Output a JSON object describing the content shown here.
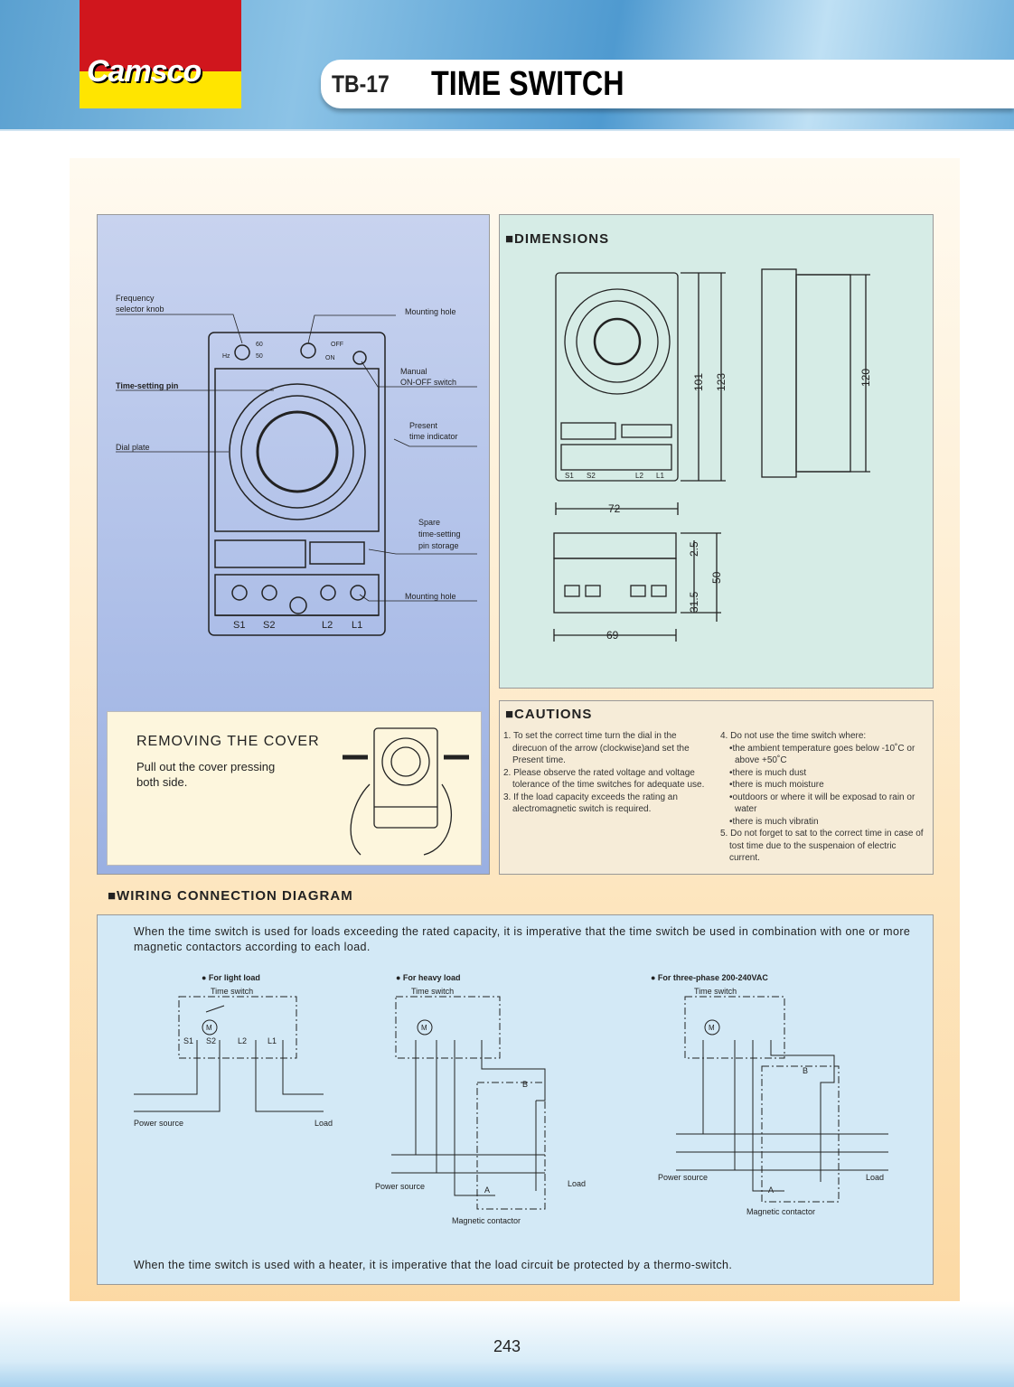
{
  "header": {
    "brand": "Camsco",
    "model": "TB-17",
    "title": "TIME SWITCH",
    "colors": {
      "brand_red": "#d0161d",
      "brand_yellow": "#ffe500",
      "header_blue": "#5aa0d0"
    }
  },
  "device_diagram": {
    "labels": [
      "Frequency",
      "selector knob",
      "Mounting hole",
      "Time-setting pin",
      "Manual",
      "ON-OFF switch",
      "Dial plate",
      "Present",
      "time indicator",
      "Spare",
      "time-setting",
      "pin storage",
      "Mounting hole"
    ],
    "switch_marks": {
      "hz": "Hz",
      "f60": "60",
      "f50": "50",
      "off": "OFF",
      "on": "ON"
    },
    "terminals": [
      "S1",
      "S2",
      "L2",
      "L1"
    ]
  },
  "cover": {
    "title": "REMOVING THE COVER",
    "text": "Pull out the cover pressing both side."
  },
  "dimensions": {
    "title": "■DIMENSIONS",
    "values": {
      "h_body": "101",
      "h_total": "123",
      "h_side": "120",
      "width": "72",
      "top_gap": "2.5",
      "depth_a": "31.5",
      "depth_total": "50",
      "width_bottom": "69"
    },
    "terminals": [
      "S1",
      "S2",
      "L2",
      "L1"
    ]
  },
  "cautions": {
    "title": "■CAUTIONS",
    "items_left": [
      "1. To set the correct time turn the dial in the direcuon of the arrow (clockwise)and set the Present time.",
      "2. Please observe the rated voltage and voltage tolerance of the time switches for adequate use.",
      "3. If the load capacity exceeds the rating an alectromagnetic switch is required."
    ],
    "item4": "4. Do not use the time switch where:",
    "bullets": [
      "•the ambient temperature goes below -10˚C or above +50˚C",
      "•there is much dust",
      "•there is much moisture",
      "•outdoors or where it will be exposad to rain or water",
      "•there is much vibratin"
    ],
    "item5": "5. Do not forget to sat to the correct time in case of tost time due to the suspenaion of electric current."
  },
  "wiring": {
    "title": "■WIRING CONNECTION DIAGRAM",
    "intro": "When the time switch is used for loads exceeding the rated capacity, it is imperative that the time switch be used in combination with one or more magnetic contactors according to each load.",
    "footer": "When the time switch is used with a heater, it is imperative that the load circuit be protected by a thermo-switch.",
    "diagrams": [
      {
        "title": "● For light load",
        "time_switch": "Time switch",
        "power": "Power source",
        "load": "Load"
      },
      {
        "title": "● For heavy load",
        "time_switch": "Time switch",
        "power": "Power source",
        "load": "Load",
        "contactor": "Magnetic contactor",
        "a": "A",
        "b": "B"
      },
      {
        "title": "● For three-phase 200-240VAC",
        "time_switch": "Time switch",
        "power": "Power source",
        "load": "Load",
        "contactor": "Magnetic contactor",
        "a": "A",
        "b": "B"
      }
    ],
    "terminals": [
      "S1",
      "S2",
      "L2",
      "L1"
    ],
    "motor": "M"
  },
  "page_number": "243"
}
